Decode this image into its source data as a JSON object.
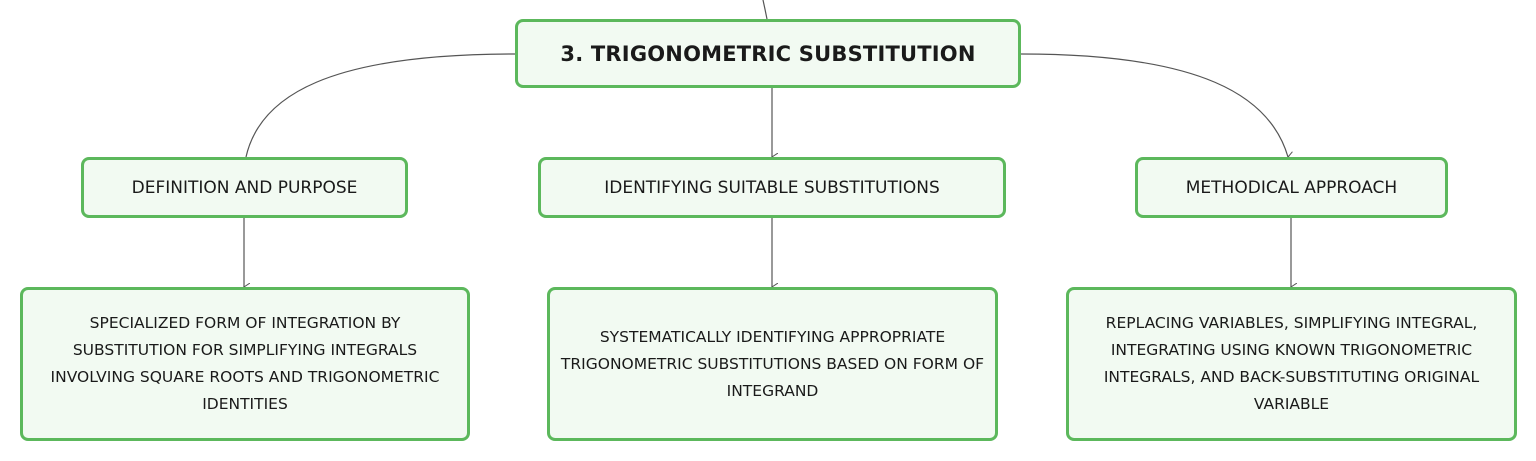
{
  "diagram": {
    "root": {
      "label": "3. TRIGONOMETRIC SUBSTITUTION"
    },
    "branches": [
      {
        "label": "DEFINITION AND PURPOSE",
        "detail": "SPECIALIZED FORM OF INTEGRATION BY SUBSTITUTION FOR SIMPLIFYING INTEGRALS INVOLVING SQUARE ROOTS AND TRIGONOMETRIC IDENTITIES"
      },
      {
        "label": "IDENTIFYING SUITABLE SUBSTITUTIONS",
        "detail": "SYSTEMATICALLY IDENTIFYING APPROPRIATE TRIGONOMETRIC SUBSTITUTIONS BASED ON FORM OF INTEGRAND"
      },
      {
        "label": "METHODICAL APPROACH",
        "detail": "REPLACING VARIABLES, SIMPLIFYING INTEGRAL, INTEGRATING USING KNOWN TRIGONOMETRIC INTEGRALS, AND BACK-SUBSTITUTING ORIGINAL VARIABLE"
      }
    ],
    "colors": {
      "node_border": "#5cb85c",
      "node_fill": "#f2faf2",
      "connector": "#555555",
      "text": "#1a1a1a"
    }
  }
}
